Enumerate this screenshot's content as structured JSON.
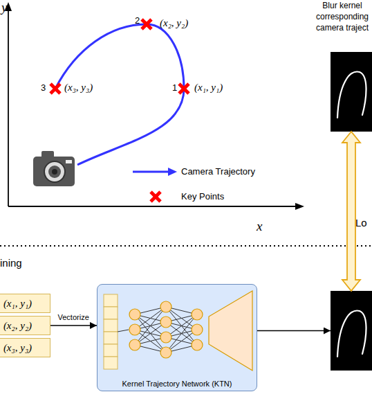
{
  "diagram": {
    "nodes": [
      {
        "text": [
          "Blur kernel corresponding camera traject"
        ]
      },
      {
        "text": [
          "(x₁, y₁)"
        ]
      },
      {
        "text": [
          "(x₂, y₂)"
        ]
      },
      {
        "text": [
          "(x₃, y₃)"
        ]
      },
      {
        "text": [
          "Kernel Trajectory Network (KTN)"
        ]
      },
      {
        "text": []
      }
    ],
    "edges": [
      {
        "from": 2,
        "to": 4,
        "arrow": "to",
        "label": "Vectorize"
      },
      {
        "from": 4,
        "to": 5,
        "arrow": "to"
      },
      {
        "from": 0,
        "to": 5,
        "arrow": "both",
        "label": "Lo"
      }
    ],
    "labels": [
      "y",
      "2",
      "(x₂, y₂)",
      "3",
      "(x₃, y₃)",
      "1",
      "(x₁, y₁)",
      "x",
      "ining"
    ],
    "legend": [
      {
        "text": "Camera Trajectory"
      },
      {
        "text": "Key Points"
      }
    ]
  }
}
